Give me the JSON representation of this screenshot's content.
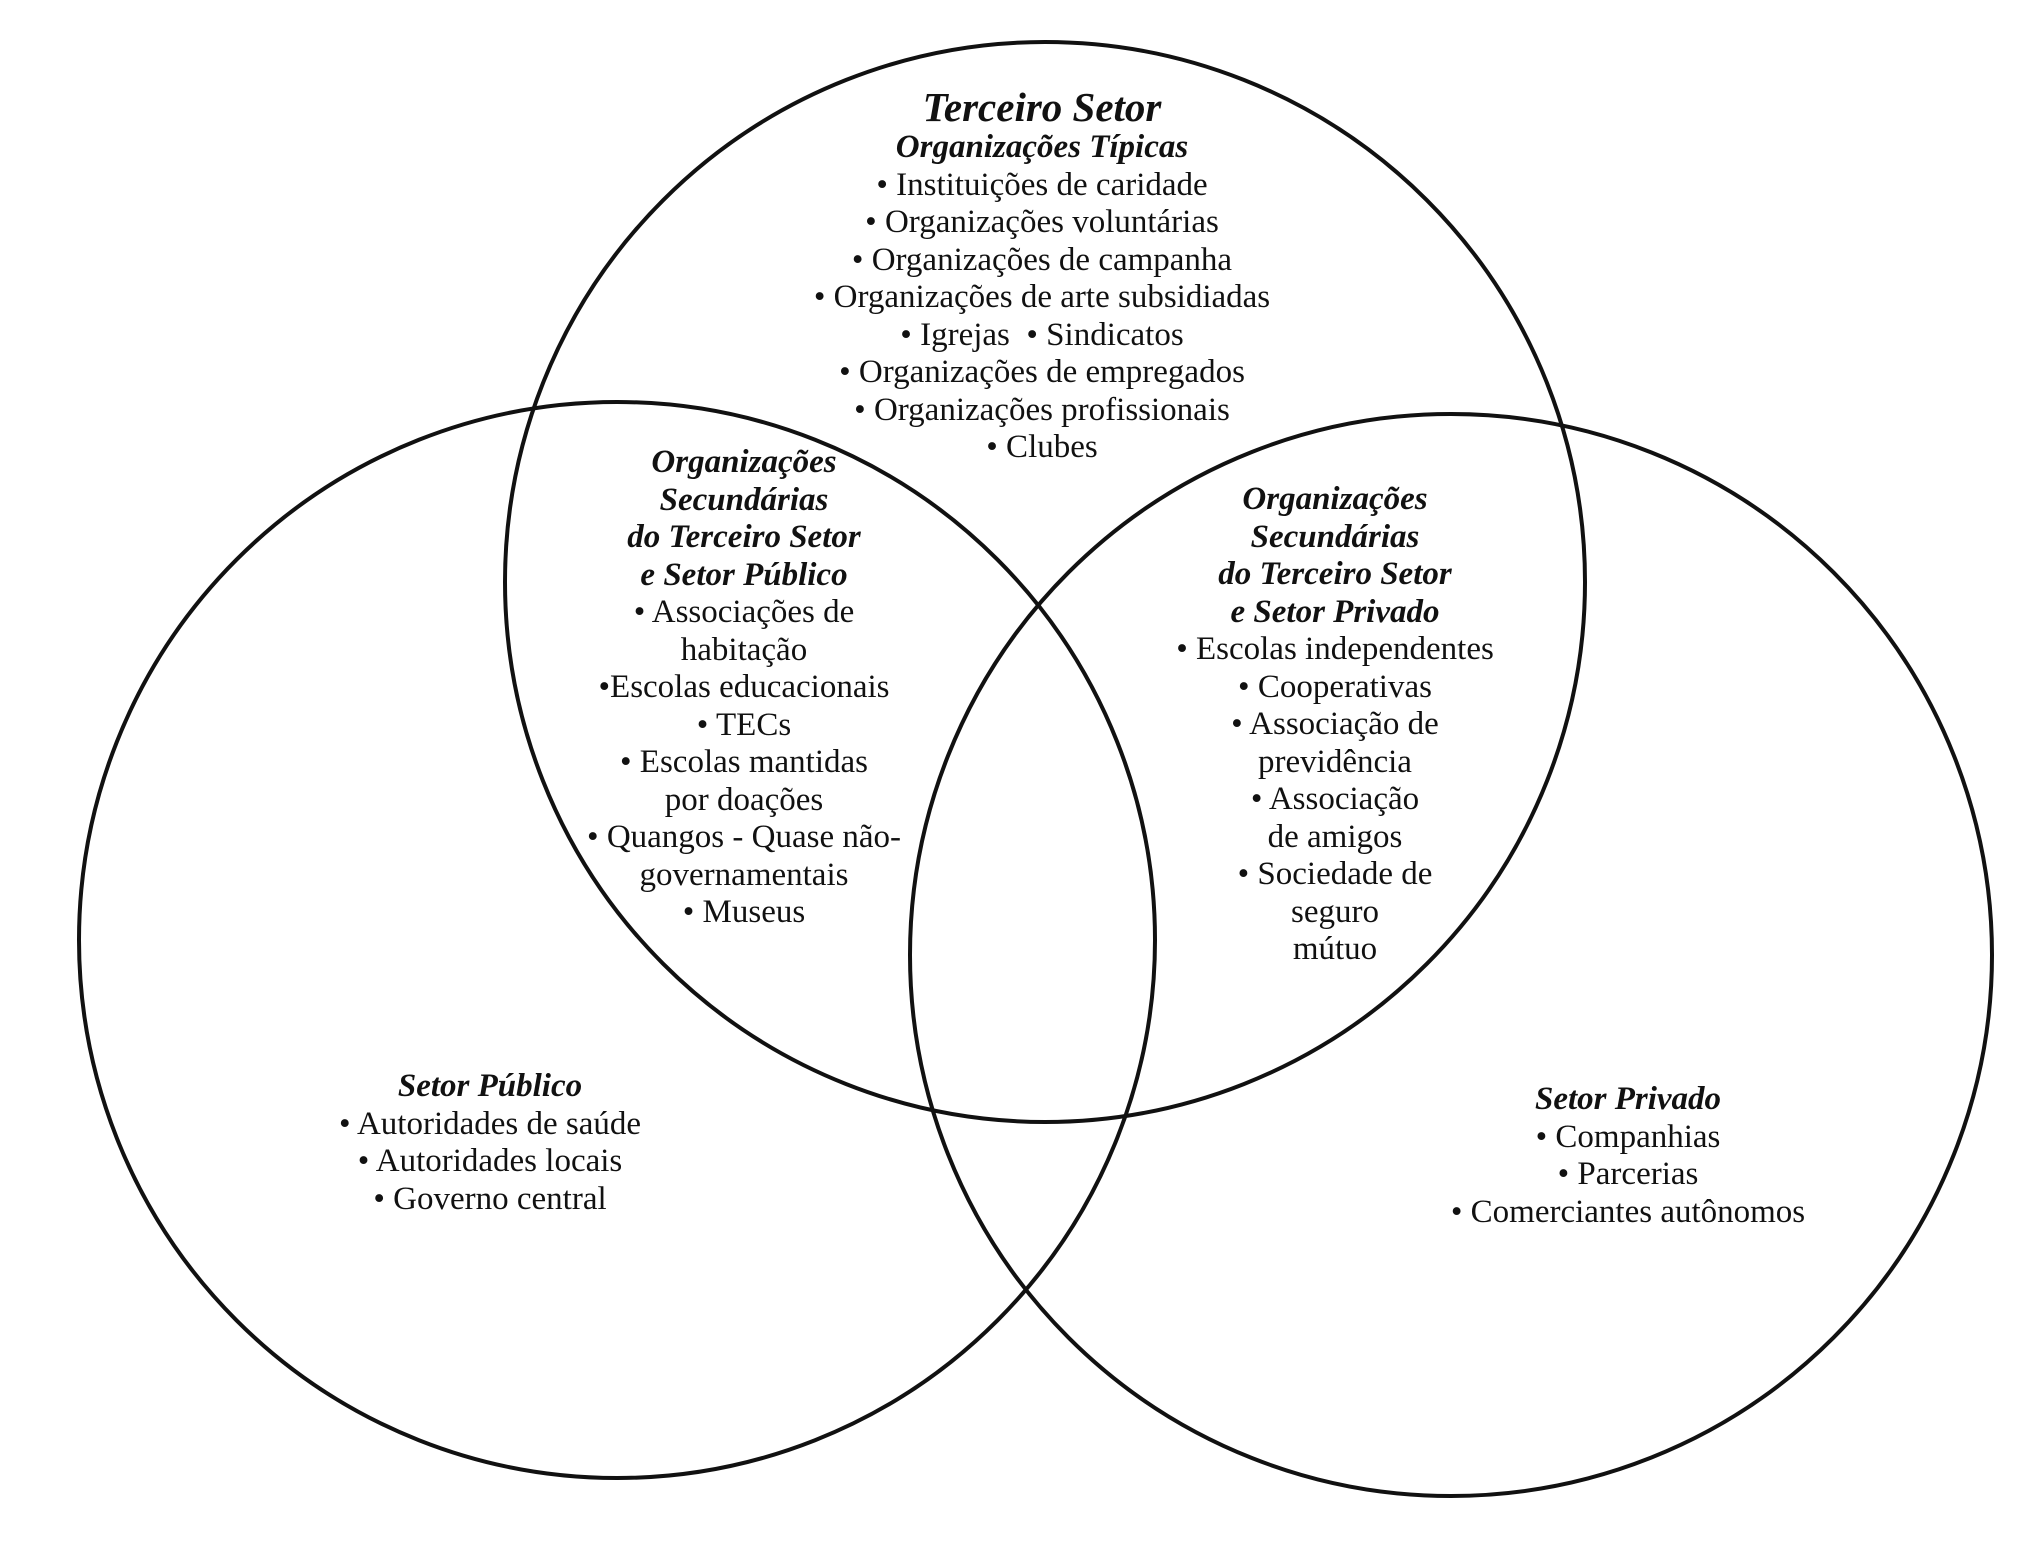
{
  "diagram": {
    "type": "venn",
    "colors": {
      "stroke": "#111111",
      "background": "#ffffff",
      "text": "#111111"
    },
    "circles": [
      {
        "name": "Terceiro Setor"
      },
      {
        "name": "Setor Público"
      },
      {
        "name": "Setor Privado"
      }
    ]
  },
  "third_sector": {
    "title": "Terceiro Setor",
    "subtitle": "Organizações Típicas",
    "items": [
      "• Instituições de caridade",
      "• Organizações voluntárias",
      "• Organizações de campanha",
      "• Organizações de arte subsidiadas",
      "• Igrejas  • Sindicatos",
      "• Organizações de empregados",
      "• Organizações profissionais",
      "• Clubes"
    ]
  },
  "third_public_overlap": {
    "heading": [
      "Organizações",
      "Secundárias",
      "do Terceiro Setor",
      "e Setor Público"
    ],
    "items": [
      "• Associações de",
      "habitação",
      "•Escolas educacionais",
      "• TECs",
      "• Escolas mantidas",
      "por doações",
      "• Quangos - Quase não-",
      "governamentais",
      "• Museus"
    ]
  },
  "third_private_overlap": {
    "heading": [
      "Organizações",
      "Secundárias",
      "do Terceiro Setor",
      "e Setor Privado"
    ],
    "items": [
      "• Escolas independentes",
      "• Cooperativas",
      "• Associação de",
      "previdência",
      "• Associação",
      "de amigos",
      "• Sociedade de",
      "seguro",
      "mútuo"
    ]
  },
  "public_sector": {
    "title": "Setor Público",
    "items": [
      "• Autoridades de saúde",
      "• Autoridades locais",
      "• Governo central"
    ]
  },
  "private_sector": {
    "title": "Setor Privado",
    "items": [
      "• Companhias",
      "• Parcerias",
      "• Comerciantes autônomos"
    ]
  }
}
